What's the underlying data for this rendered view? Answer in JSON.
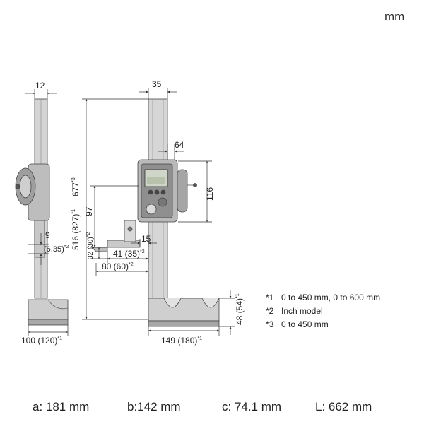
{
  "unit_label": "mm",
  "dims": {
    "w12": "12",
    "w35": "35",
    "d64": "64",
    "d116": "116",
    "d97": "97",
    "d677": "677",
    "d677_mark": "*3",
    "d516": "516 (827)",
    "d516_mark": "*1",
    "d32": "32 (30)",
    "d32_mark": "*2",
    "d15": "15",
    "d41": "41 (35)",
    "d41_mark": "*2",
    "d80": "80 (60)",
    "d80_mark": "*2",
    "d9": "9",
    "d635": "(6.35)",
    "d635_mark": "*2",
    "d48": "48 (54)",
    "d48_mark": "*1",
    "d100": "100 (120)",
    "d100_mark": "*1",
    "d149": "149 (180)",
    "d149_mark": "*1"
  },
  "notes": [
    {
      "mark": "*1",
      "text": "0 to 450 mm, 0 to 600 mm"
    },
    {
      "mark": "*2",
      "text": "Inch model"
    },
    {
      "mark": "*3",
      "text": "0 to 450 mm"
    }
  ],
  "bottom": {
    "a": "a: 181 mm",
    "b": "b:142 mm",
    "c": "c:  74.1 mm",
    "L": "L: 662 mm"
  }
}
